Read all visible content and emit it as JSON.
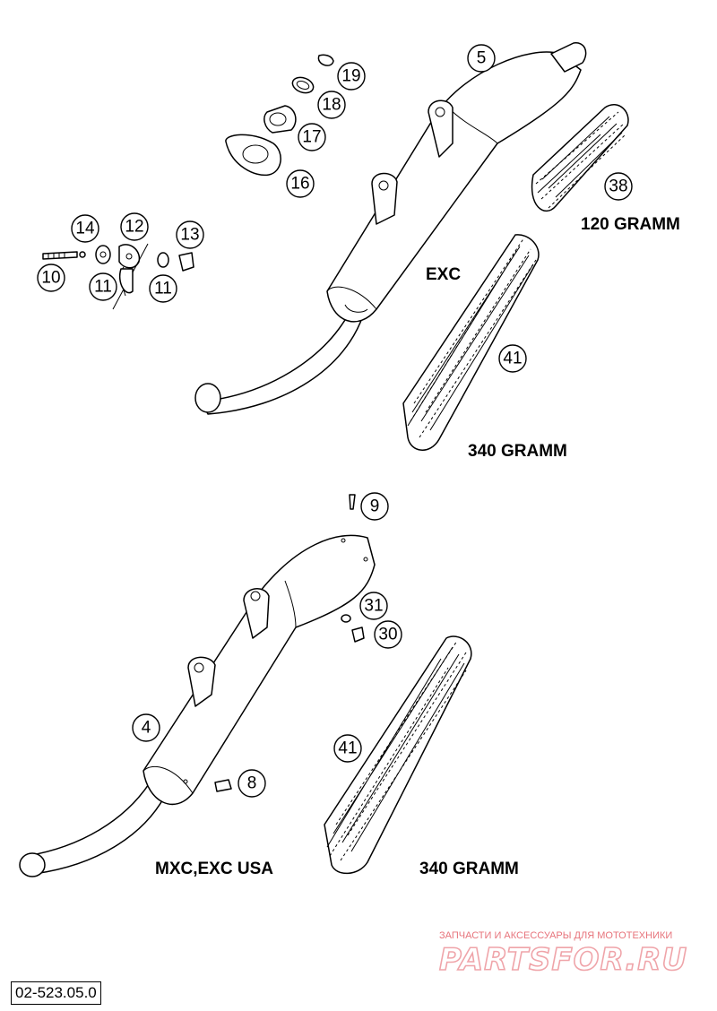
{
  "callouts": {
    "c5": "5",
    "c19": "19",
    "c18": "18",
    "c17": "17",
    "c16": "16",
    "c38": "38",
    "c14": "14",
    "c12": "12",
    "c13": "13",
    "c10": "10",
    "c11a": "11",
    "c11b": "11",
    "c41a": "41",
    "c9": "9",
    "c31": "31",
    "c30": "30",
    "c4": "4",
    "c8": "8",
    "c41b": "41"
  },
  "labels": {
    "gramm_120": "120 GRAMM",
    "exc": "EXC",
    "gramm_340_top": "340 GRAMM",
    "mxc_exc_usa": "MXC,EXC USA",
    "gramm_340_bottom": "340 GRAMM"
  },
  "watermark": {
    "tagline": "ЗАПЧАСТИ И АКСЕССУАРЫ ДЛЯ МОТОТЕХНИКИ",
    "brand": "PARTSFOR.RU",
    "color": "#e35b64"
  },
  "reference_code": "02-523.05.0"
}
